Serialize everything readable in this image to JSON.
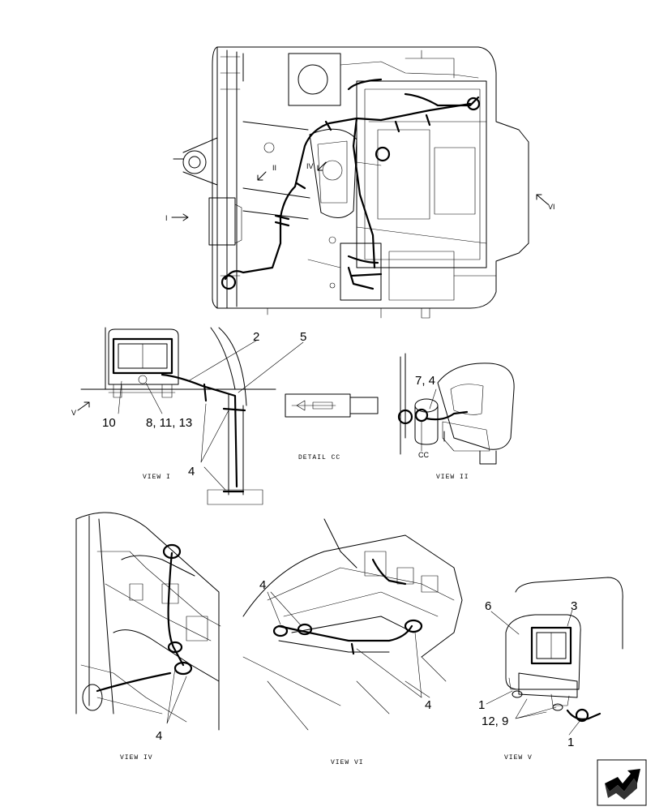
{
  "drawing": {
    "view_labels": {
      "view_1": "VIEW I",
      "view_2": "VIEW II",
      "view_4": "VIEW IV",
      "view_5": "VIEW V",
      "view_6": "VIEW VI",
      "detail_cc": "DETAIL CC"
    },
    "view_arrows": {
      "i": "I",
      "ii": "II",
      "iv": "IV",
      "v": "V",
      "vi": "VI"
    },
    "callouts": {
      "view1_2": "2",
      "view1_5": "5",
      "view1_10": "10",
      "view1_8_11_13": "8, 11, 13",
      "view1_4": "4",
      "view2_7_4": "7, 4",
      "view2_cc": "CC",
      "view4_4": "4",
      "view6_4_top": "4",
      "view6_4_bottom": "4",
      "view5_6": "6",
      "view5_3": "3",
      "view5_1_left": "1",
      "view5_12_9": "12, 9",
      "view5_1_right": "1"
    }
  },
  "navigation": {
    "icon": "next-page-arrow-icon"
  }
}
